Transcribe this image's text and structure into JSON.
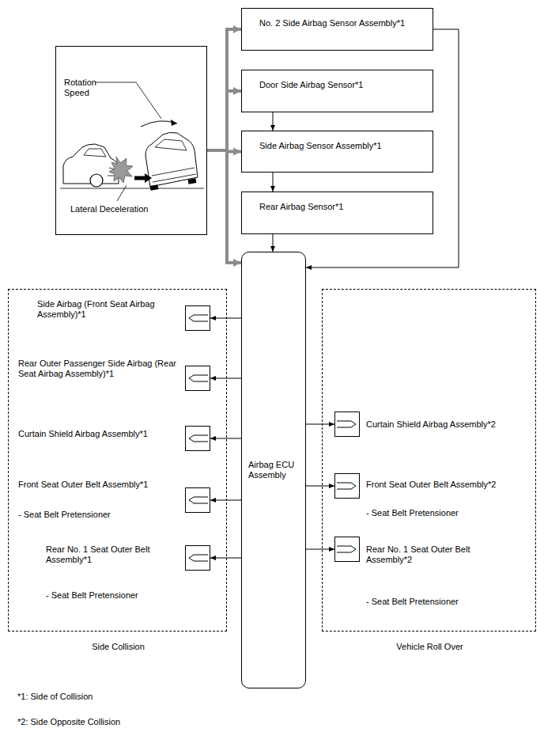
{
  "diagram": {
    "nodes": [
      {
        "text": [
          "Rotation Speed",
          "Lateral Deceleration"
        ]
      },
      {
        "text": [
          "No. 2 Side Airbag Sensor Assembly*1"
        ]
      },
      {
        "text": [
          "Door Side Airbag Sensor*1"
        ]
      },
      {
        "text": [
          "Side Airbag Sensor Assembly*1"
        ]
      },
      {
        "text": [
          "Rear Airbag Sensor*1"
        ]
      },
      {
        "text": [
          "Airbag ECU Assembly"
        ]
      },
      {
        "text": [
          "Side Collision"
        ]
      },
      {
        "text": [
          "Side Airbag (Front Seat Airbag Assembly)*1"
        ],
        "in": 6
      },
      {
        "text": [
          "Rear Outer Passenger Side Airbag (Rear Seat Airbag Assembly)*1"
        ],
        "in": 6
      },
      {
        "text": [
          "Curtain Shield Airbag Assembly*1"
        ],
        "in": 6
      },
      {
        "text": [
          "Front Seat Outer Belt Assembly*1",
          "- Seat Belt Pretensioner"
        ],
        "in": 6
      },
      {
        "text": [
          "Rear No. 1 Seat Outer Belt Assembly*1",
          "- Seat Belt Pretensioner"
        ],
        "in": 6
      },
      {
        "text": [
          "Vehicle Roll Over"
        ]
      },
      {
        "text": [
          "Curtain Shield Airbag Assembly*2"
        ],
        "in": 12
      },
      {
        "text": [
          "Front Seat Outer Belt Assembly*2",
          "- Seat Belt Pretensioner"
        ],
        "in": 12
      },
      {
        "text": [
          "Rear No. 1 Seat Outer Belt Assembly*2",
          "- Seat Belt Pretensioner"
        ],
        "in": 12
      }
    ],
    "edges": [
      {
        "from": 0,
        "to": 1,
        "arrow": "to"
      },
      {
        "from": 0,
        "to": 2,
        "arrow": "to"
      },
      {
        "from": 0,
        "to": 3,
        "arrow": "to"
      },
      {
        "from": 0,
        "to": 5,
        "arrow": "to"
      },
      {
        "from": 1,
        "to": 5,
        "arrow": "to"
      },
      {
        "from": 2,
        "to": 3,
        "arrow": "to"
      },
      {
        "from": 3,
        "to": 4,
        "arrow": "to"
      },
      {
        "from": 4,
        "to": 5,
        "arrow": "to"
      },
      {
        "from": 5,
        "to": 7,
        "arrow": "to"
      },
      {
        "from": 5,
        "to": 8,
        "arrow": "to"
      },
      {
        "from": 5,
        "to": 9,
        "arrow": "to"
      },
      {
        "from": 5,
        "to": 10,
        "arrow": "to"
      },
      {
        "from": 5,
        "to": 11,
        "arrow": "to"
      },
      {
        "from": 5,
        "to": 13,
        "arrow": "to"
      },
      {
        "from": 5,
        "to": 14,
        "arrow": "to"
      },
      {
        "from": 5,
        "to": 15,
        "arrow": "to"
      }
    ],
    "labels": [
      "*1: Side of Collision",
      "*2: Side Opposite Collision"
    ]
  }
}
